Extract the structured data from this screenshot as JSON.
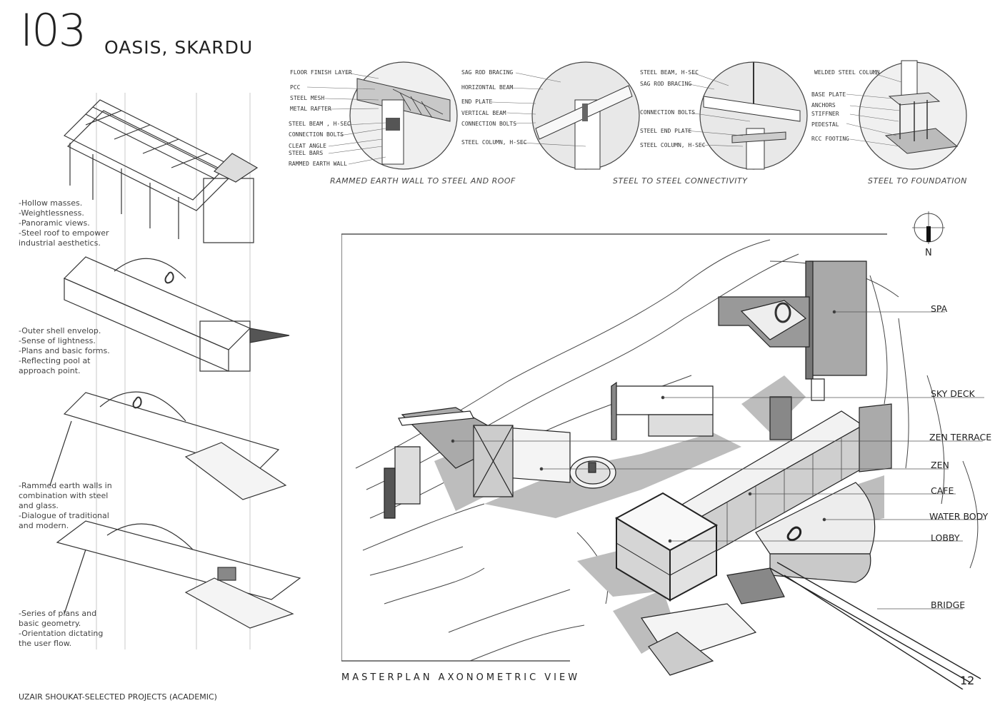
{
  "header": {
    "project_number": "I03",
    "project_name": "OASIS, SKARDU"
  },
  "concept_notes": [
    {
      "text": "-Hollow masses.\n-Weightlessness.\n-Panoramic views.\n-Steel roof to empower\nindustrial aesthetics."
    },
    {
      "text": "-Outer shell envelop.\n-Sense of lightness.\n-Plans and basic forms.\n-Reflecting pool at\napproach point."
    },
    {
      "text": "-Rammed earth walls in\ncombination with steel\nand glass.\n-Dialogue of traditional\nand modern."
    },
    {
      "text": "-Series of plans and\nbasic geometry.\n-Orientation dictating\nthe user flow."
    }
  ],
  "details": [
    {
      "caption": "RAMMED EARTH WALL TO STEEL AND ROOF",
      "labels": [
        "FLOOR FINISH LAYER",
        "PCC",
        "STEEL MESH",
        "METAL RAFTER",
        "STEEL BEAM , H-SEC",
        "CONNECTION BOLTS",
        "CLEAT ANGLE",
        "STEEL BARS",
        "RAMMED EARTH WALL"
      ]
    },
    {
      "caption": "STEEL TO STEEL CONNECTIVITY",
      "labels_left": [
        "SAG ROD BRACING",
        "HORIZONTAL BEAM",
        "END PLATE",
        "VERTICAL BEAM",
        "CONNECTION BOLTS",
        "STEEL COLUMN, H-SEC"
      ],
      "labels_right": [
        "STEEL BEAM, H-SEC",
        "SAG ROD BRACING",
        "CONNECTION BOLTS",
        "STEEL END PLATE",
        "STEEL COLUMN, H-SEC"
      ]
    },
    {
      "caption": "STEEL TO FOUNDATION",
      "labels": [
        "WELDED STEEL COLUMN",
        "BASE PLATE",
        "ANCHORS",
        "STIFFNER",
        "PEDESTAL",
        "RCC FOOTING"
      ]
    }
  ],
  "site_labels": [
    "SPA",
    "SKY DECK",
    "ZEN TERRACE",
    "ZEN",
    "CAFE",
    "WATER BODY",
    "LOBBY",
    "BRIDGE"
  ],
  "north_label": "N",
  "masterplan_title": "MASTERPLAN AXONOMETRIC VIEW",
  "footer": "UZAIR SHOUKAT-SELECTED PROJECTS (ACADEMIC)",
  "page_number": "12"
}
